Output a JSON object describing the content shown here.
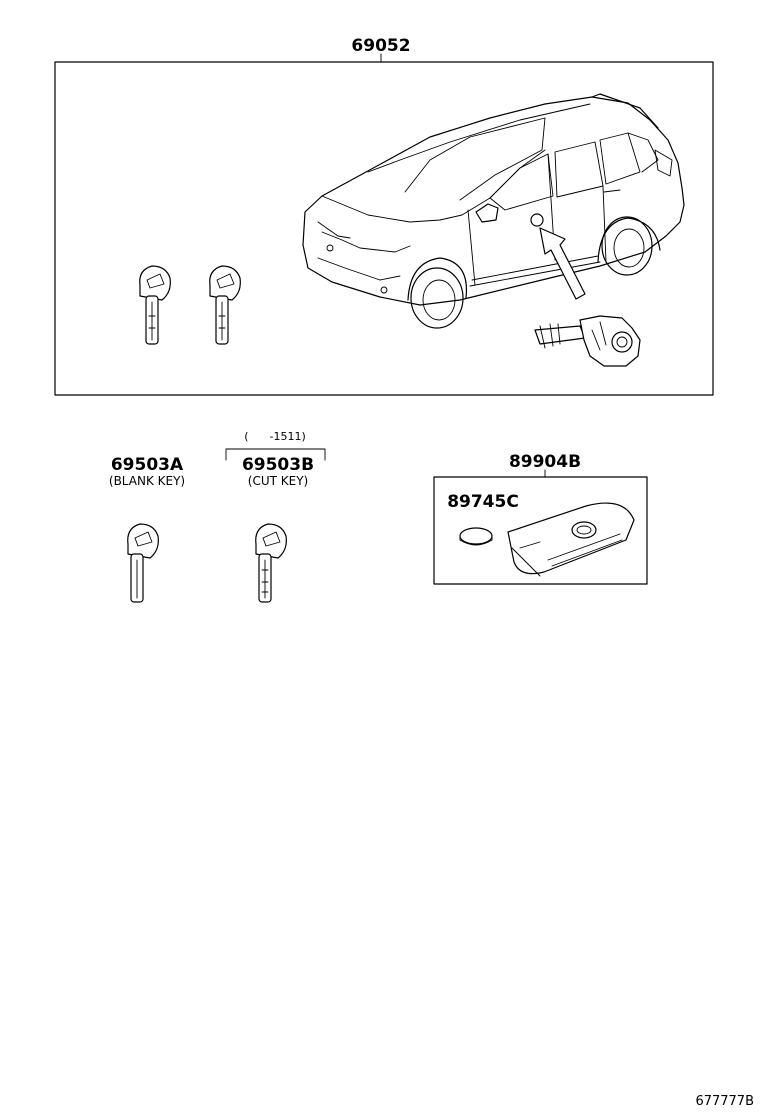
{
  "parts": {
    "assembly": {
      "number": "69052"
    },
    "blank_key": {
      "number": "69503A",
      "description": "(BLANK KEY)"
    },
    "cut_key": {
      "number": "69503B",
      "description": "(CUT KEY)",
      "date_range": "(      -1511)"
    },
    "smart_key": {
      "number": "89904B"
    },
    "battery": {
      "number": "89745C"
    }
  },
  "illustration_code": "677777B"
}
